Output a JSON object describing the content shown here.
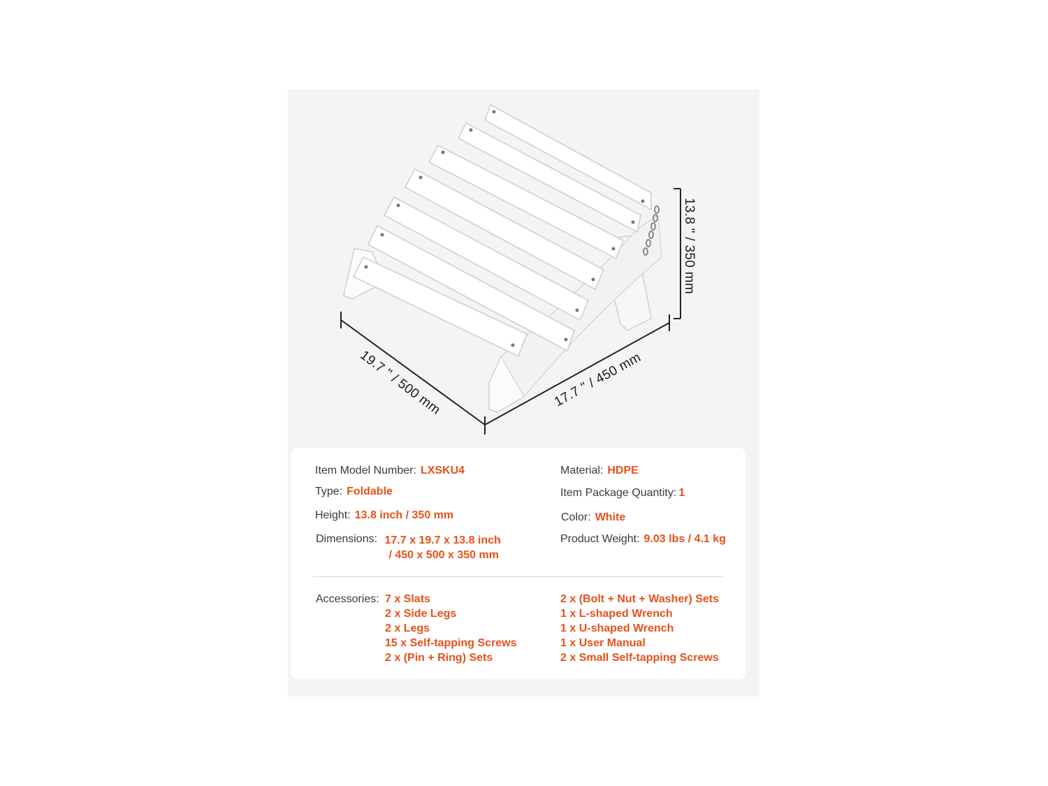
{
  "dimensions": {
    "height": "13.8 \" / 350 mm",
    "depth": "19.7 \" / 500 mm",
    "width": "17.7 \" / 450 mm"
  },
  "specs": {
    "model": {
      "label": "Item Model Number:",
      "value": "LXSKU4"
    },
    "material": {
      "label": "Material:",
      "value": "HDPE"
    },
    "type": {
      "label": "Type:",
      "value": "Foldable"
    },
    "package_qty": {
      "label": "Item Package Quantity:",
      "value": "1"
    },
    "height": {
      "label": "Height:",
      "value": "13.8 inch / 350 mm"
    },
    "color": {
      "label": "Color:",
      "value": "White"
    },
    "dimensions": {
      "label": "Dimensions:",
      "value_line1": "17.7 x 19.7 x 13.8 inch",
      "value_line2": "/ 450 x 500 x 350 mm"
    },
    "weight": {
      "label": "Product Weight:",
      "value": "9.03 lbs / 4.1 kg"
    }
  },
  "accessories": {
    "label": "Accessories:",
    "left": [
      "7 x Slats",
      "2 x Side Legs",
      "2 x Legs",
      "15 x Self-tapping Screws",
      "2 x (Pin + Ring) Sets"
    ],
    "right": [
      "2 x (Bolt + Nut + Washer) Sets",
      "1 x L-shaped Wrench",
      "1 x U-shaped Wrench",
      "1 x User Manual",
      "2 x Small Self-tapping Screws"
    ]
  },
  "colors": {
    "accent": "#e8501a",
    "card_bg": "#f4f4f4"
  }
}
